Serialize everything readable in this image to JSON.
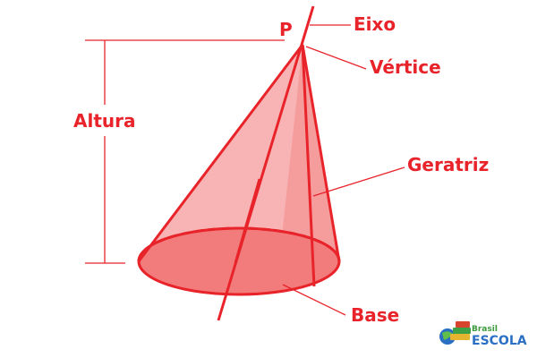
{
  "diagram": {
    "vertex_letter": "P",
    "labels": {
      "axis": "Eixo",
      "vertex": "Vértice",
      "height": "Altura",
      "generatrix": "Geratriz",
      "base": "Base"
    }
  },
  "logo": {
    "line1": "Brasil",
    "line2": "ESCOLA"
  },
  "colors": {
    "accent": "#e8232a",
    "fill_light": "#f6a9a9",
    "base_fill": "#f27b7b",
    "leader_line": "#e8232a",
    "height_bracket": "#e8232a"
  }
}
